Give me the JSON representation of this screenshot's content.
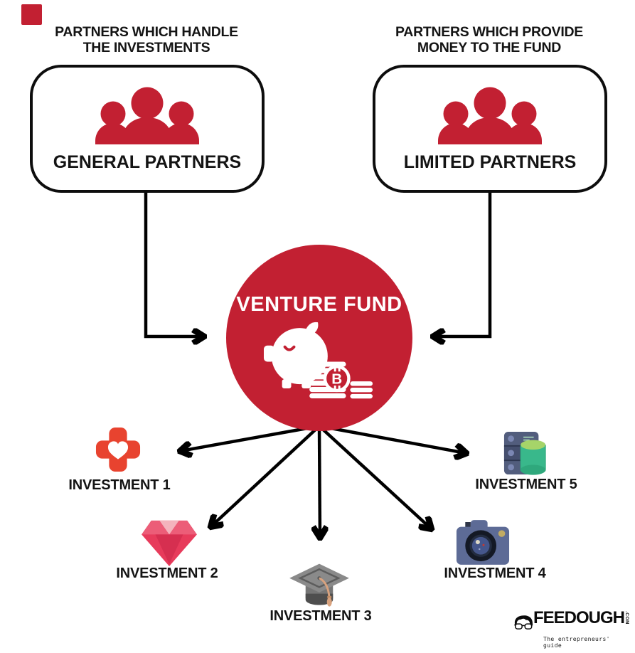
{
  "captions": {
    "left": [
      "PARTNERS WHICH HANDLE",
      "THE INVESTMENTS"
    ],
    "right": [
      "PARTNERS WHICH PROVIDE",
      "MONEY TO THE FUND"
    ]
  },
  "partner_boxes": {
    "left": {
      "title": "GENERAL PARTNERS",
      "icon": "group-of-people-icon"
    },
    "right": {
      "title": "LIMITED PARTNERS",
      "icon": "group-of-people-icon"
    }
  },
  "fund": {
    "title": "VENTURE FUND",
    "icon": "piggy-bank-bitcoin-coins-icon",
    "color": "#c22032"
  },
  "investments": [
    {
      "label": "INVESTMENT 1",
      "icon": "medical-cross-heart-icon"
    },
    {
      "label": "INVESTMENT 2",
      "icon": "ruby-gem-icon"
    },
    {
      "label": "INVESTMENT 3",
      "icon": "graduation-cap-icon"
    },
    {
      "label": "INVESTMENT 4",
      "icon": "camera-icon"
    },
    {
      "label": "INVESTMENT 5",
      "icon": "server-database-icon"
    }
  ],
  "logo": {
    "brand": "FEEDOUGH",
    "tld": ".COM",
    "tagline": "The entrepreneurs' guide",
    "icon": "face-with-glasses-icon"
  },
  "colors": {
    "accent_red": "#c22032",
    "cross_red": "#e8432f",
    "gem_pink": "#e73b5b",
    "cap_gray": "#8a8a8a",
    "camera_blue": "#5d6b96",
    "server_slate": "#525d7d",
    "database_green": "#39b88b",
    "ink_black": "#111111"
  }
}
